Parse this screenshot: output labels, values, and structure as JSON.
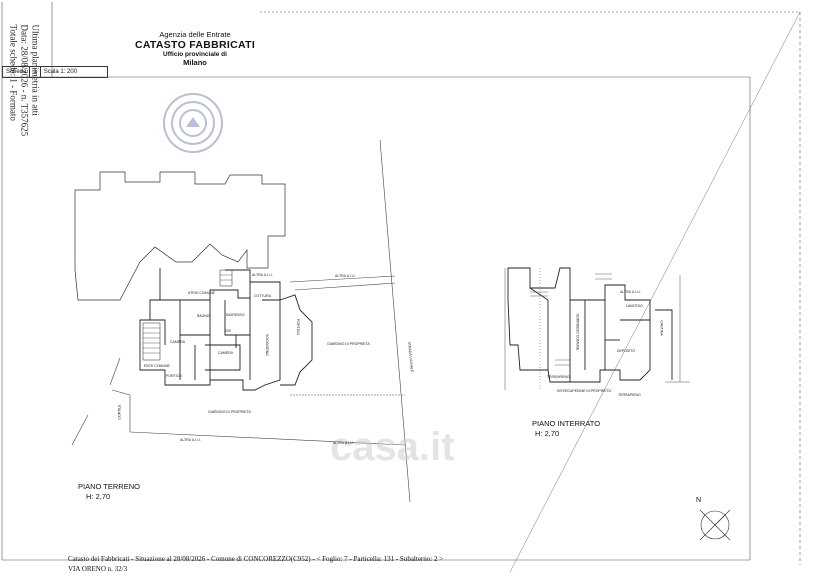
{
  "side_notes": {
    "line1": "Ultima planimetria in atti",
    "line2": "Data: 28/08/2026 - n. T357625",
    "line3": "Totale schede: 1 - Formato"
  },
  "header": {
    "agency": "Agenzia delle Entrate",
    "title": "CATASTO FABBRICATI",
    "office": "Ufficio provinciale di",
    "city": "Milano"
  },
  "scheda": {
    "label": "Scheda",
    "number": "1",
    "scale": "Scala 1: 200"
  },
  "plans": {
    "ground": {
      "title": "PIANO TERRENO",
      "height": "H: 2,70"
    },
    "basement": {
      "title": "PIANO INTERRATO",
      "height": "H: 2,70"
    }
  },
  "room_labels": {
    "atrio_comune": "ATRIO COMUNE",
    "cottura": "COTTURA",
    "bagno": "BAGNO",
    "ingresso": "INGRESSO",
    "camera1": "CAMERA",
    "camera2": "CAMERA",
    "dis": "DIS",
    "soggiorno": "SOGGIORNO",
    "portico_v": "PORTICO",
    "portico_h": "PORTICO",
    "giardino1": "GIARDINO DI PROPRIETA'",
    "giardino2": "GIARDINO DI PROPRIETA'",
    "enti_comuni": "ENTE COMUNE",
    "altra_ui_1": "ALTRA U.I.U.",
    "altra_ui_2": "ALTRA U.I.U.",
    "altra_ui_3": "ALTRA U.I.U.",
    "altra_ui_4": "ALTRA U.I.U.",
    "strada": "STRADA VICINALE",
    "cortile": "CORTILE",
    "lavatoio": "LAVATOIO",
    "deposito": "DEPOSITO",
    "cantina": "CANTINA",
    "terrapieno1": "TERRAPIENO",
    "terrapieno2": "TERRAPIENO",
    "intercapedine": "INTERCAPEDINE DI PROPRIETA'",
    "corridoio": "CORRIDOIO COMUNE",
    "altra_ui_b": "ALTRA U.I.U."
  },
  "north": "N",
  "watermark": "casa.it",
  "footer": {
    "line1": "Catasto dei Fabbricati - Situazione al 28/08/2026 - Comune di CONCOREZZO(C952) - < Foglio: 7 - Particella: 131 - Subalterno: 2 >",
    "line2": "VIA ORENO n. 32/3"
  }
}
